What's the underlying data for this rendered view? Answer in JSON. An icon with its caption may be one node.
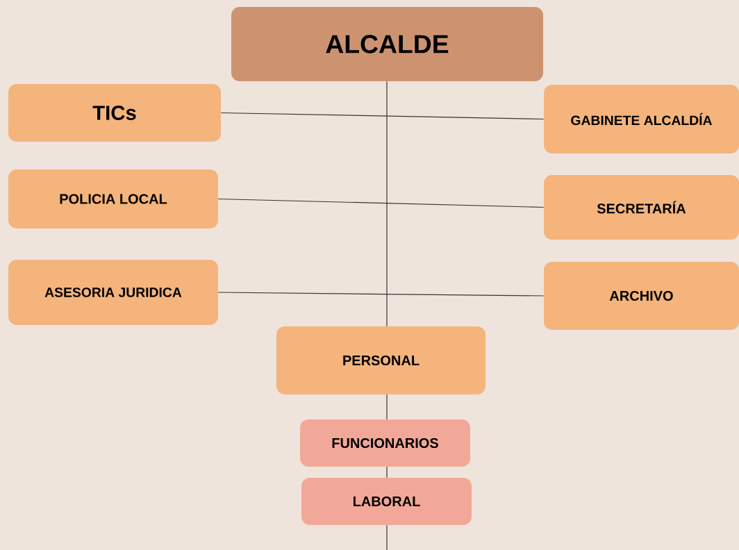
{
  "diagram": {
    "nodes": [
      {
        "text": [
          "ALCALDE"
        ]
      },
      {
        "text": [
          "TICs"
        ]
      },
      {
        "text": [
          "GABINETE ALCALDÍA"
        ]
      },
      {
        "text": [
          "POLICIA LOCAL"
        ]
      },
      {
        "text": [
          "SECRETARÍA"
        ]
      },
      {
        "text": [
          "ASESORIA JURIDICA"
        ]
      },
      {
        "text": [
          "ARCHIVO"
        ]
      },
      {
        "text": [
          "PERSONAL"
        ]
      },
      {
        "text": [
          "FUNCIONARIOS"
        ]
      },
      {
        "text": [
          "LABORAL"
        ]
      }
    ],
    "edges": [
      {
        "from": 1,
        "to": 2,
        "arrow": "none"
      },
      {
        "from": 3,
        "to": 4,
        "arrow": "none"
      },
      {
        "from": 5,
        "to": 6,
        "arrow": "none"
      },
      {
        "from": 0,
        "to": 7,
        "arrow": "none"
      },
      {
        "from": 7,
        "to": 8,
        "arrow": "none"
      },
      {
        "from": 8,
        "to": 9,
        "arrow": "none"
      },
      {
        "from": 9,
        "to": null,
        "arrow": "none"
      }
    ]
  }
}
